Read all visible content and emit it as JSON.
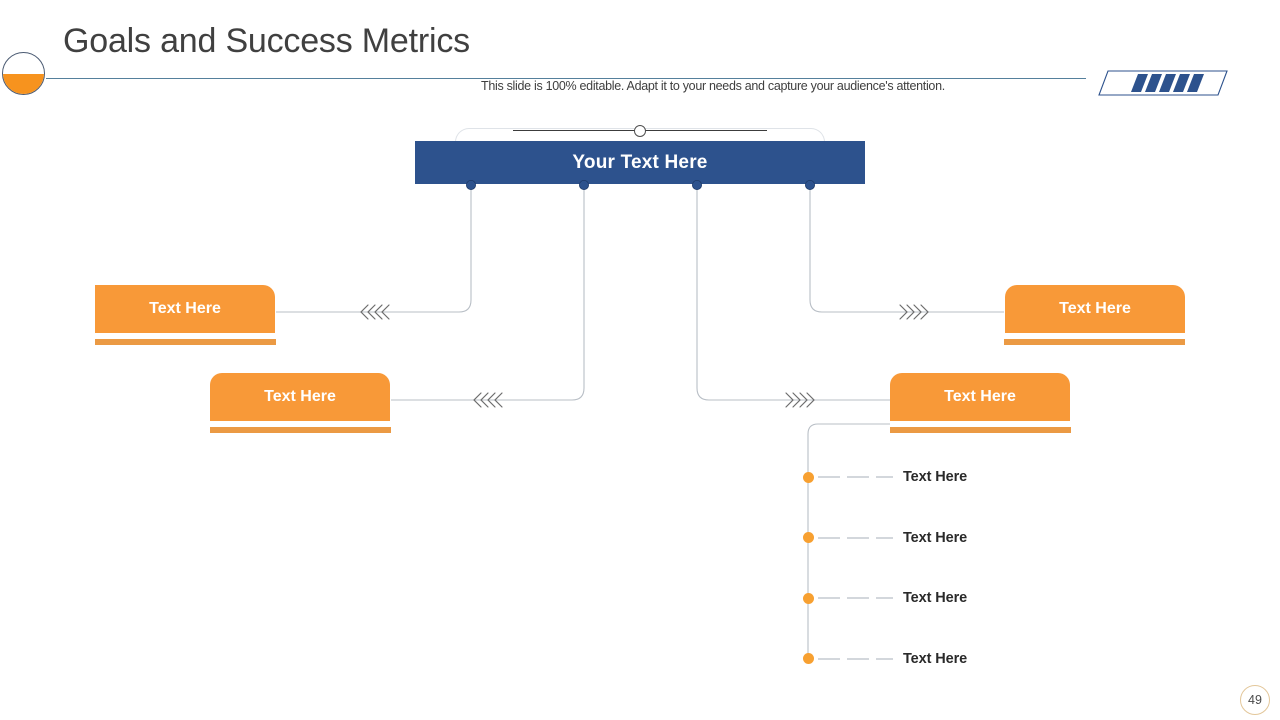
{
  "header": {
    "title": "Goals and Success Metrics",
    "subtitle": "This slide is 100% editable. Adapt it to your needs and capture your audience's attention.",
    "accent_blue": "#2d528d",
    "accent_orange": "#f89938",
    "rule_color": "#55809c"
  },
  "top_node": {
    "label": "Your Text Here"
  },
  "branches": [
    {
      "id": "branch-1",
      "label": "Text Here",
      "side": "left",
      "row": 1,
      "arrow": "chevron-left"
    },
    {
      "id": "branch-2",
      "label": "Text Here",
      "side": "left",
      "row": 2,
      "arrow": "chevron-left"
    },
    {
      "id": "branch-3",
      "label": "Text Here",
      "side": "right",
      "row": 1,
      "arrow": "chevron-right"
    },
    {
      "id": "branch-4",
      "label": "Text Here",
      "side": "right",
      "row": 2,
      "arrow": "chevron-right"
    }
  ],
  "sub_items": [
    {
      "label": "Text Here"
    },
    {
      "label": "Text Here"
    },
    {
      "label": "Text Here"
    },
    {
      "label": "Text Here"
    }
  ],
  "footer": {
    "page_number": "49"
  }
}
